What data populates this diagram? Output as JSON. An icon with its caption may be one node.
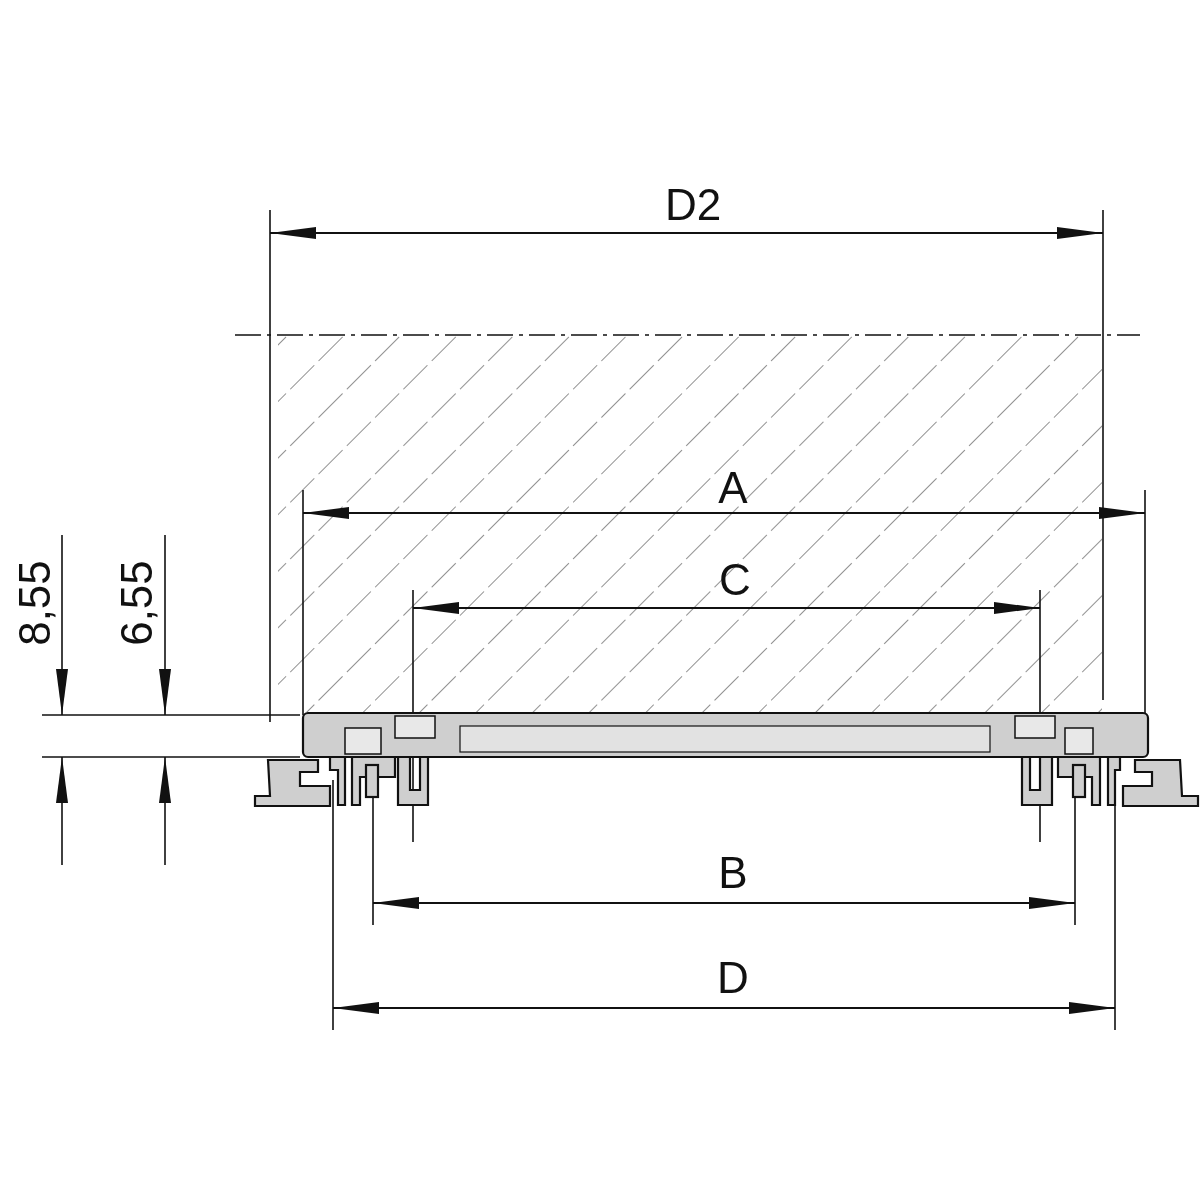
{
  "diagram": {
    "labels": [
      "D2",
      "A",
      "C",
      "8,55",
      "6,55",
      "B",
      "D"
    ]
  }
}
